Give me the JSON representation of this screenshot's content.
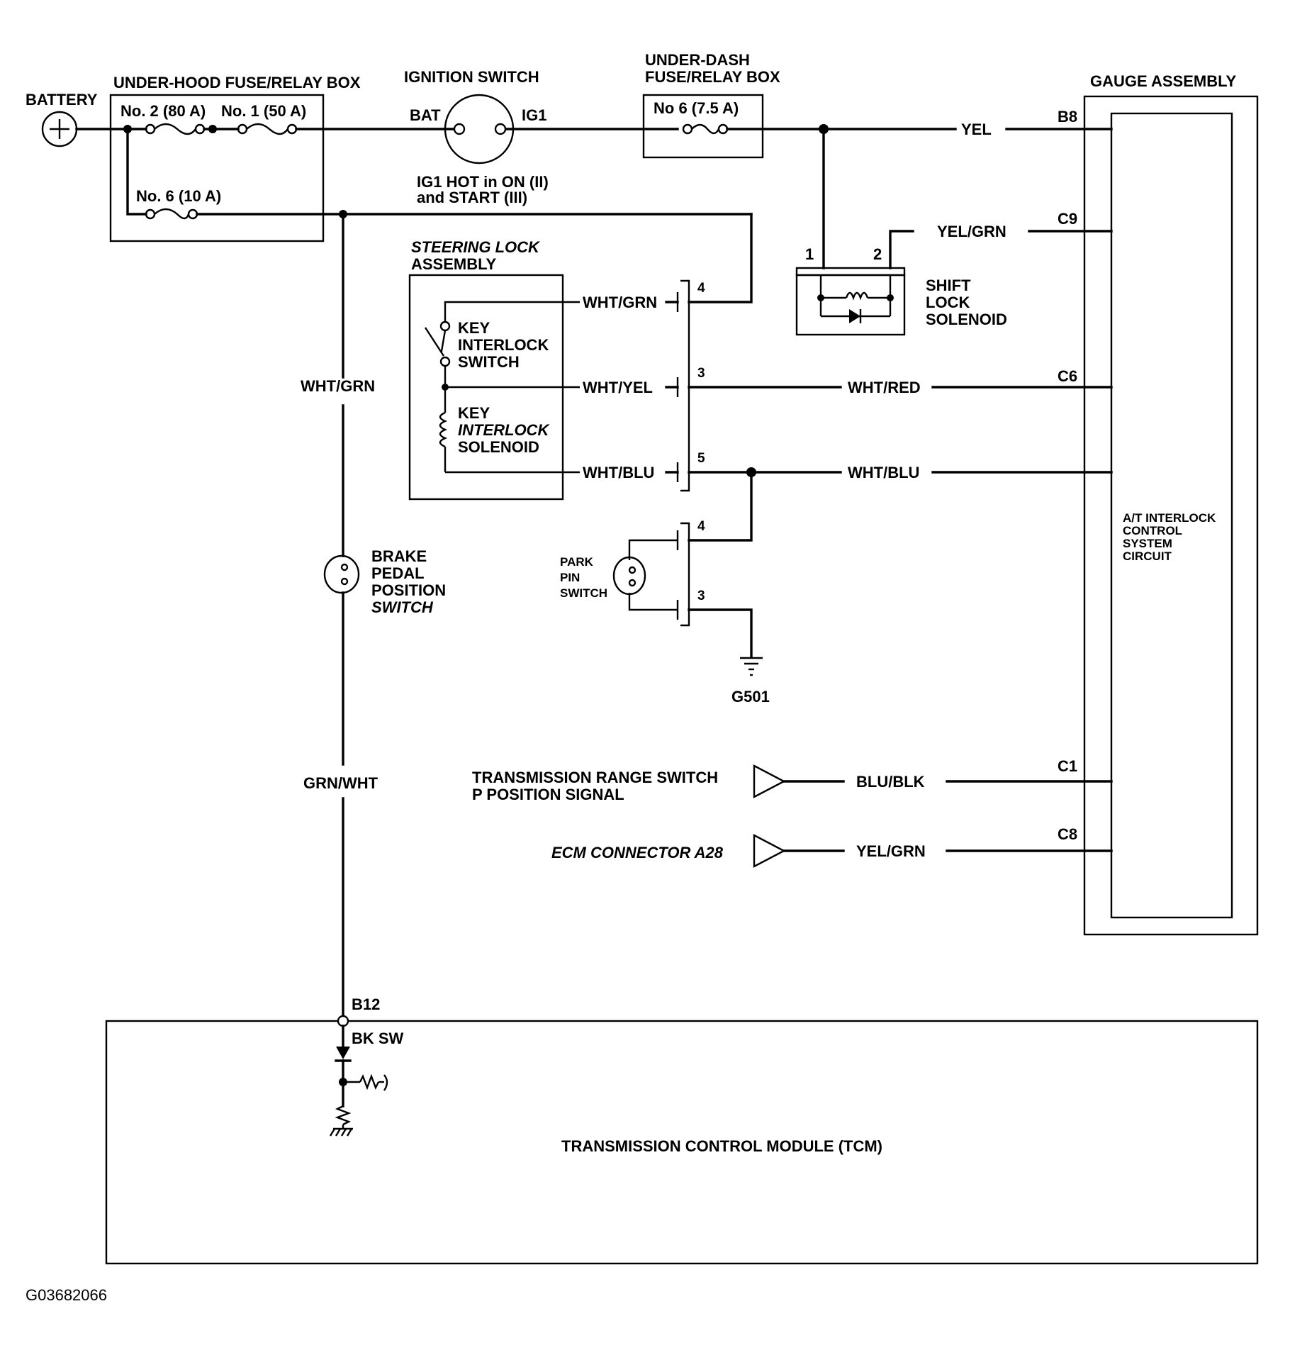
{
  "battery": {
    "label": "BATTERY"
  },
  "under_hood_box": {
    "title": "UNDER-HOOD FUSE/RELAY BOX",
    "fuse_a": "No. 2 (80 A)",
    "fuse_b": "No. 1 (50 A)",
    "fuse_c": "No. 6 (10 A)"
  },
  "ignition_switch": {
    "title": "IGNITION SWITCH",
    "bat": "BAT",
    "ig1": "IG1",
    "note_line1": "IG1 HOT in ON (II)",
    "note_line2": "and START (III)"
  },
  "under_dash_box": {
    "title_line1": "UNDER-DASH",
    "title_line2": "FUSE/RELAY BOX",
    "fuse": "No  6 (7.5 A)"
  },
  "gauge_assembly": {
    "title": "GAUGE ASSEMBLY",
    "inner_line1": "A/T INTERLOCK",
    "inner_line2": "CONTROL",
    "inner_line3": "SYSTEM",
    "inner_line4": "CIRCUIT"
  },
  "shift_lock": {
    "line1": "SHIFT",
    "line2": "LOCK",
    "line3": "SOLENOID",
    "pin1": "1",
    "pin2": "2"
  },
  "steering_lock": {
    "title_line1": "STEERING LOCK",
    "title_line2": "ASSEMBLY",
    "switch_line1": "KEY",
    "switch_line2": "INTERLOCK",
    "switch_line3": "SWITCH",
    "sol_line1": "KEY",
    "sol_line2": "INTERLOCK",
    "sol_line3": "SOLENOID",
    "pin4": "4",
    "pin3": "3",
    "pin5": "5"
  },
  "park_pin": {
    "line1": "PARK",
    "line2": "PIN",
    "line3": "SWITCH",
    "pin4": "4",
    "pin3": "3"
  },
  "ground": {
    "label": "G501"
  },
  "brake_switch": {
    "line1": "BRAKE",
    "line2": "PEDAL",
    "line3": "POSITION",
    "line4": "SWITCH"
  },
  "wires": {
    "yel": "YEL",
    "yel_grn_top": "YEL/GRN",
    "wht_grn_left": "WHT/GRN",
    "wht_grn": "WHT/GRN",
    "wht_yel": "WHT/YEL",
    "wht_red": "WHT/RED",
    "wht_blu_left": "WHT/BLU",
    "wht_blu_right": "WHT/BLU",
    "grn_wht": "GRN/WHT",
    "blu_blk": "BLU/BLK",
    "yel_grn_bottom": "YEL/GRN"
  },
  "gauge_pins": {
    "b8": "B8",
    "c9": "C9",
    "c6": "C6",
    "c1": "C1",
    "c8": "C8"
  },
  "signals": {
    "trs_line1": "TRANSMISSION RANGE SWITCH",
    "trs_line2": "P POSITION SIGNAL",
    "ecm": "ECM CONNECTOR A28"
  },
  "tcm": {
    "title": "TRANSMISSION CONTROL MODULE (TCM)",
    "pin": "B12",
    "pin_name": "BK SW"
  },
  "figure_id": "G03682066"
}
